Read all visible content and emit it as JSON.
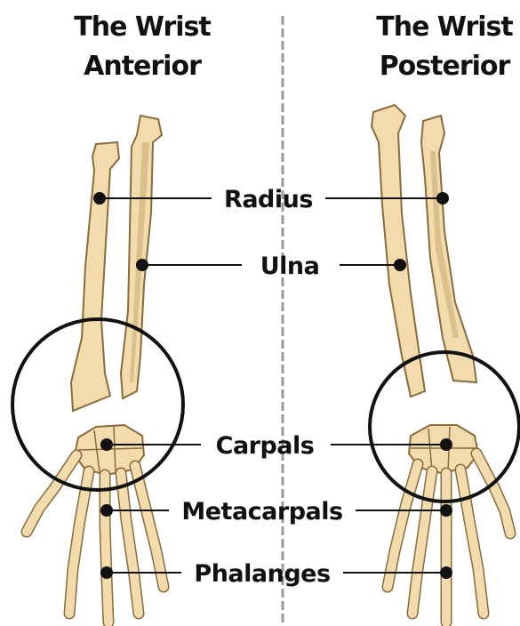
{
  "panels": {
    "anterior": {
      "title_line1": "The Wrist",
      "title_line2": "Anterior"
    },
    "posterior": {
      "title_line1": "The Wrist",
      "title_line2": "Posterior"
    }
  },
  "labels": {
    "radius": "Radius",
    "ulna": "Ulna",
    "carpals": "Carpals",
    "metacarpals": "Metacarpals",
    "phalanges": "Phalanges"
  },
  "colors": {
    "bone": "#f2dcae",
    "bone_outline": "#8a6b3d",
    "ink": "#111111",
    "divider": "#9a9a9a"
  }
}
